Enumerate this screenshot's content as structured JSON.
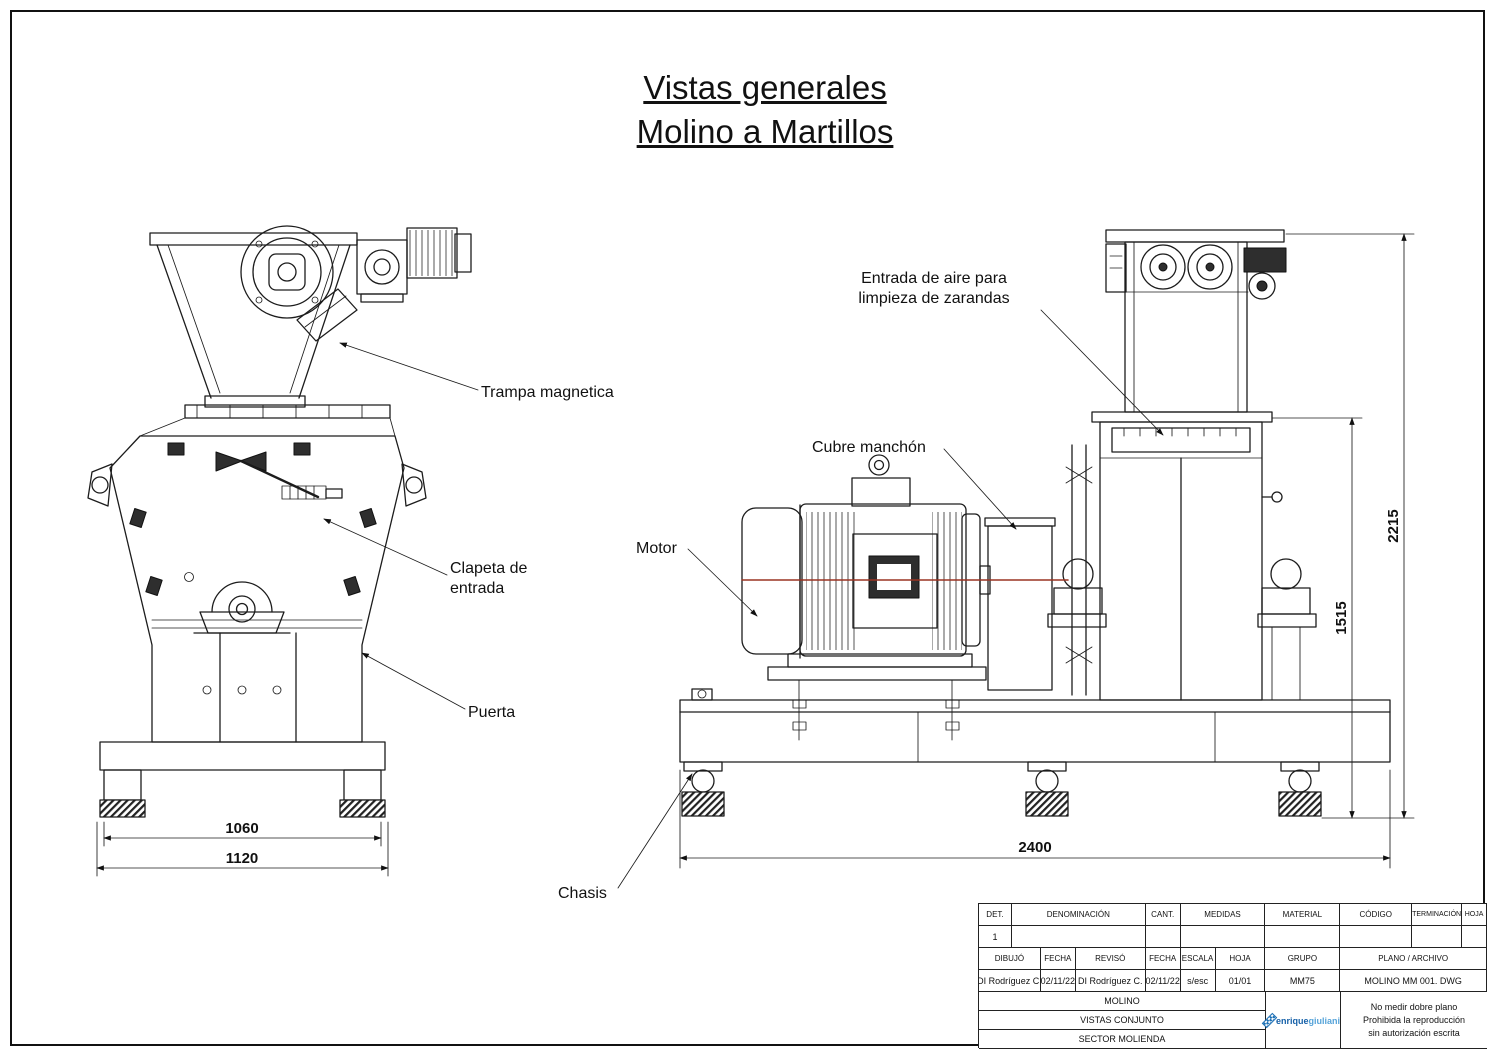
{
  "title": {
    "line1": "Vistas generales",
    "line2": "Molino a Martillos"
  },
  "front_view": {
    "label_trampa": "Trampa magnetica",
    "label_clapeta_1": "Clapeta de",
    "label_clapeta_2": "entrada",
    "label_puerta": "Puerta",
    "dim_1060": "1060",
    "dim_1120": "1120"
  },
  "side_view": {
    "label_aire_1": "Entrada de aire para",
    "label_aire_2": "limpieza de zarandas",
    "label_cubre": "Cubre manchón",
    "label_motor": "Motor",
    "label_chasis": "Chasis",
    "dim_2400": "2400",
    "dim_1515": "1515",
    "dim_2215": "2215"
  },
  "title_block": {
    "r1": [
      "DET.",
      "DENOMINACIÓN",
      "CANT.",
      "MEDIDAS",
      "MATERIAL",
      "CÓDIGO",
      "TERMINACIÓN",
      "HOJA"
    ],
    "det_value": "1",
    "r3": [
      "DIBUJÓ",
      "FECHA",
      "REVISÓ",
      "FECHA",
      "ESCALA",
      "HOJA",
      "GRUPO",
      "PLANO / ARCHIVO"
    ],
    "r4": [
      "DI Rodríguez C.",
      "02/11/22",
      "DI Rodríguez C.",
      "02/11/22",
      "s/esc",
      "01/01",
      "MM75",
      "MOLINO MM 001. DWG"
    ],
    "project_rows": [
      "MOLINO",
      "VISTAS CONJUNTO",
      "SECTOR MOLIENDA"
    ],
    "brand_bold": "enrique",
    "brand_light": "giuliani",
    "notes": [
      "No medir dobre plano",
      "Prohibida la reproducción",
      "sin autorización escrita"
    ]
  },
  "colors": {
    "line": "#1c1c1c",
    "centerline_red": "#9a3322",
    "brand_blue": "#1a6fb5"
  }
}
